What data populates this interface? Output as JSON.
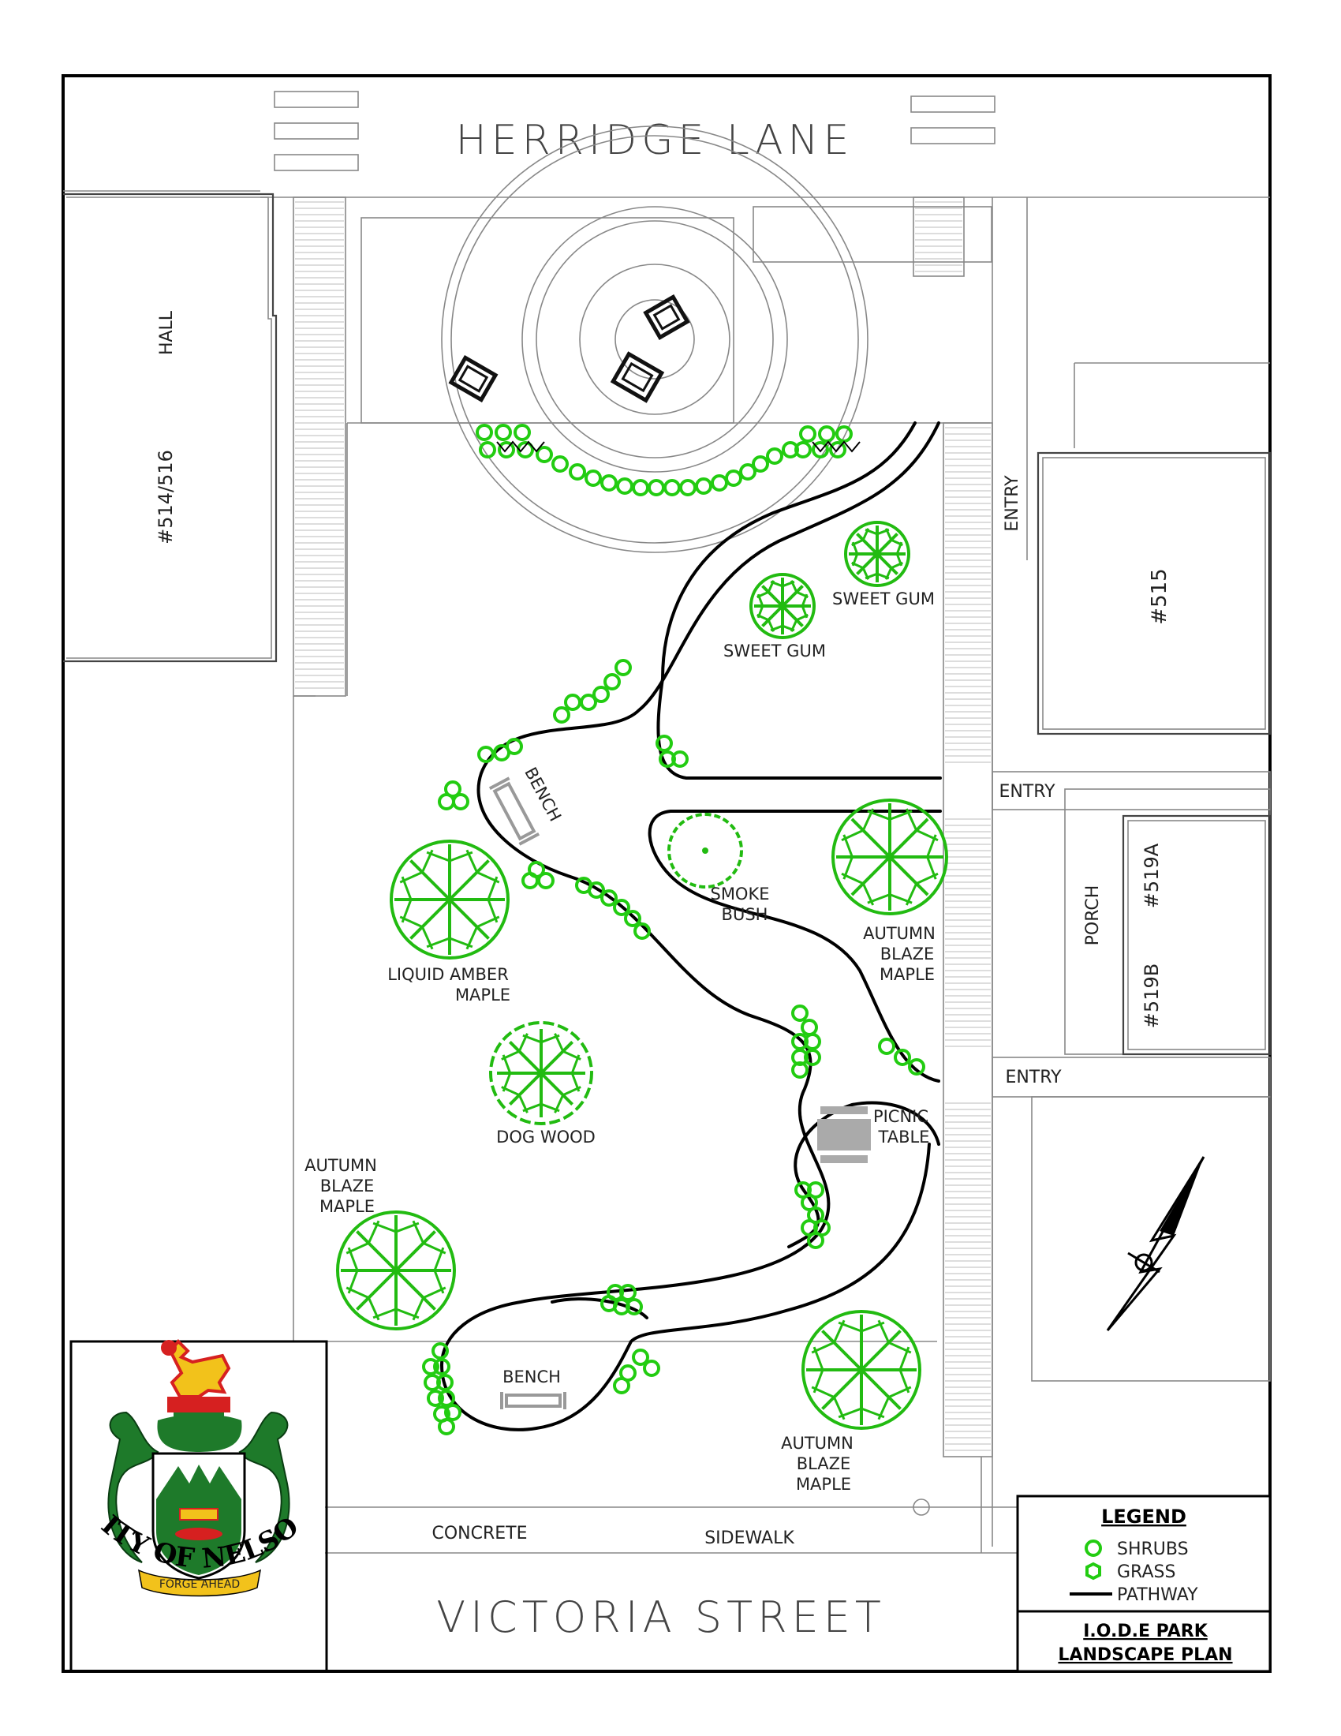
{
  "streets": {
    "north": "HERRIDGE LANE",
    "south": "VICTORIA STREET",
    "sidewalk_left": "CONCRETE",
    "sidewalk_right": "SIDEWALK"
  },
  "buildings": {
    "hall_a": "HALL",
    "hall_b": "#514/516",
    "b515": "#515",
    "b519a": "#519A",
    "b519b": "#519B",
    "porch": "PORCH"
  },
  "entries": [
    "ENTRY",
    "ENTRY",
    "ENTRY"
  ],
  "trees": {
    "sweet_gum_1": "SWEET GUM",
    "sweet_gum_2": "SWEET GUM",
    "smoke_bush": [
      "SMOKE",
      "BUSH"
    ],
    "autumn_blaze_right": [
      "AUTUMN",
      "BLAZE",
      "MAPLE"
    ],
    "liquid_amber": [
      "LIQUID AMBER",
      "MAPLE"
    ],
    "dog_wood": "DOG WOOD",
    "autumn_blaze_left": [
      "AUTUMN",
      "BLAZE",
      "MAPLE"
    ],
    "autumn_blaze_bottom": [
      "AUTUMN",
      "BLAZE",
      "MAPLE"
    ]
  },
  "furniture": {
    "bench_upper": "BENCH",
    "bench_lower": "BENCH",
    "picnic": [
      "PICNIC",
      "TABLE"
    ]
  },
  "legend": {
    "title": "LEGEND",
    "shrubs": "SHRUBS",
    "grass": "GRASS",
    "pathway": "PATHWAY"
  },
  "title_block": [
    "I.O.D.E PARK",
    "LANDSCAPE PLAN"
  ],
  "logo": {
    "motto": "FORGE AHEAD",
    "city": "CITY OF NELSON"
  },
  "colors": {
    "plant_green": "#22cc11",
    "tree_green": "#22bb11",
    "logo_green": "#1e7a2a",
    "logo_red": "#d62020",
    "logo_gold": "#f2c21b"
  }
}
